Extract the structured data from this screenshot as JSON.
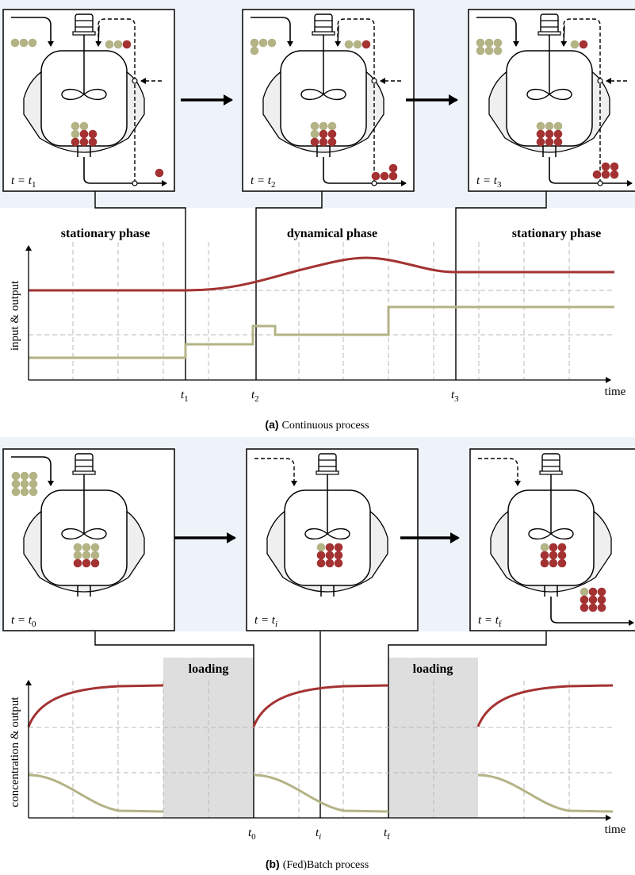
{
  "colors": {
    "panel_bg": "#eef3fa",
    "product": "#a43232",
    "substrate": "#b3b386",
    "grid": "#b8b8b8",
    "loading_fill": "#dedede",
    "vessel_shell": "#f0f0f0"
  },
  "part_a": {
    "frames": [
      {
        "time_label": "t = t",
        "time_sub": "1"
      },
      {
        "time_label": "t = t",
        "time_sub": "2"
      },
      {
        "time_label": "t = t",
        "time_sub": "3"
      }
    ],
    "phases": [
      "stationary phase",
      "dynamical phase",
      "stationary phase"
    ],
    "ylabel": "input & output",
    "xlabel": "time",
    "ticks": [
      {
        "label": "t",
        "sub": "1"
      },
      {
        "label": "t",
        "sub": "2"
      },
      {
        "label": "t",
        "sub": "3"
      }
    ],
    "caption_tag": "(a)",
    "caption_text": "Continuous process"
  },
  "part_b": {
    "frames": [
      {
        "time_label": "t = t",
        "time_sub": "0"
      },
      {
        "time_label": "t = t",
        "time_sub": "i"
      },
      {
        "time_label": "t = t",
        "time_sub": "f"
      }
    ],
    "phases": [
      "loading",
      "loading"
    ],
    "ylabel": "concentration & output",
    "xlabel": "time",
    "ticks": [
      {
        "label": "t",
        "sub": "0"
      },
      {
        "label": "t",
        "sub": "i"
      },
      {
        "label": "t",
        "sub": "f"
      }
    ],
    "caption_tag": "(b)",
    "caption_text": "(Fed)Batch process"
  }
}
